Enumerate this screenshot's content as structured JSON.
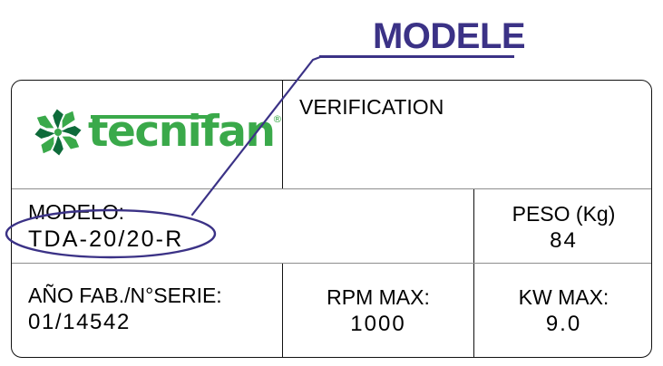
{
  "annotation": {
    "title": "MODELE",
    "color": "#3b3286",
    "highlight_target": "TDA-20/20-R"
  },
  "logo": {
    "brand": "tecnifan",
    "mark": "fan-propeller",
    "registered_mark": "®",
    "colors": {
      "light_green": "#3aa94a",
      "dark_green": "#0e6b3a"
    }
  },
  "nameplate": {
    "rows": [
      {
        "cells": [
          {
            "name": "logo",
            "label": "",
            "value": ""
          },
          {
            "name": "verification",
            "label": "VERIFICATION",
            "value": ""
          }
        ]
      },
      {
        "cells": [
          {
            "name": "model",
            "label": "MODELO:",
            "value": "TDA-20/20-R"
          },
          {
            "name": "weight",
            "label": "PESO (Kg)",
            "value": "84"
          }
        ]
      },
      {
        "cells": [
          {
            "name": "year_serial",
            "label": "AÑO FAB./N°SERIE:",
            "value": "01/14542"
          },
          {
            "name": "rpm_max",
            "label": "RPM MAX:",
            "value": "1000"
          },
          {
            "name": "kw_max",
            "label": "KW MAX:",
            "value": "9.0"
          }
        ]
      }
    ]
  }
}
